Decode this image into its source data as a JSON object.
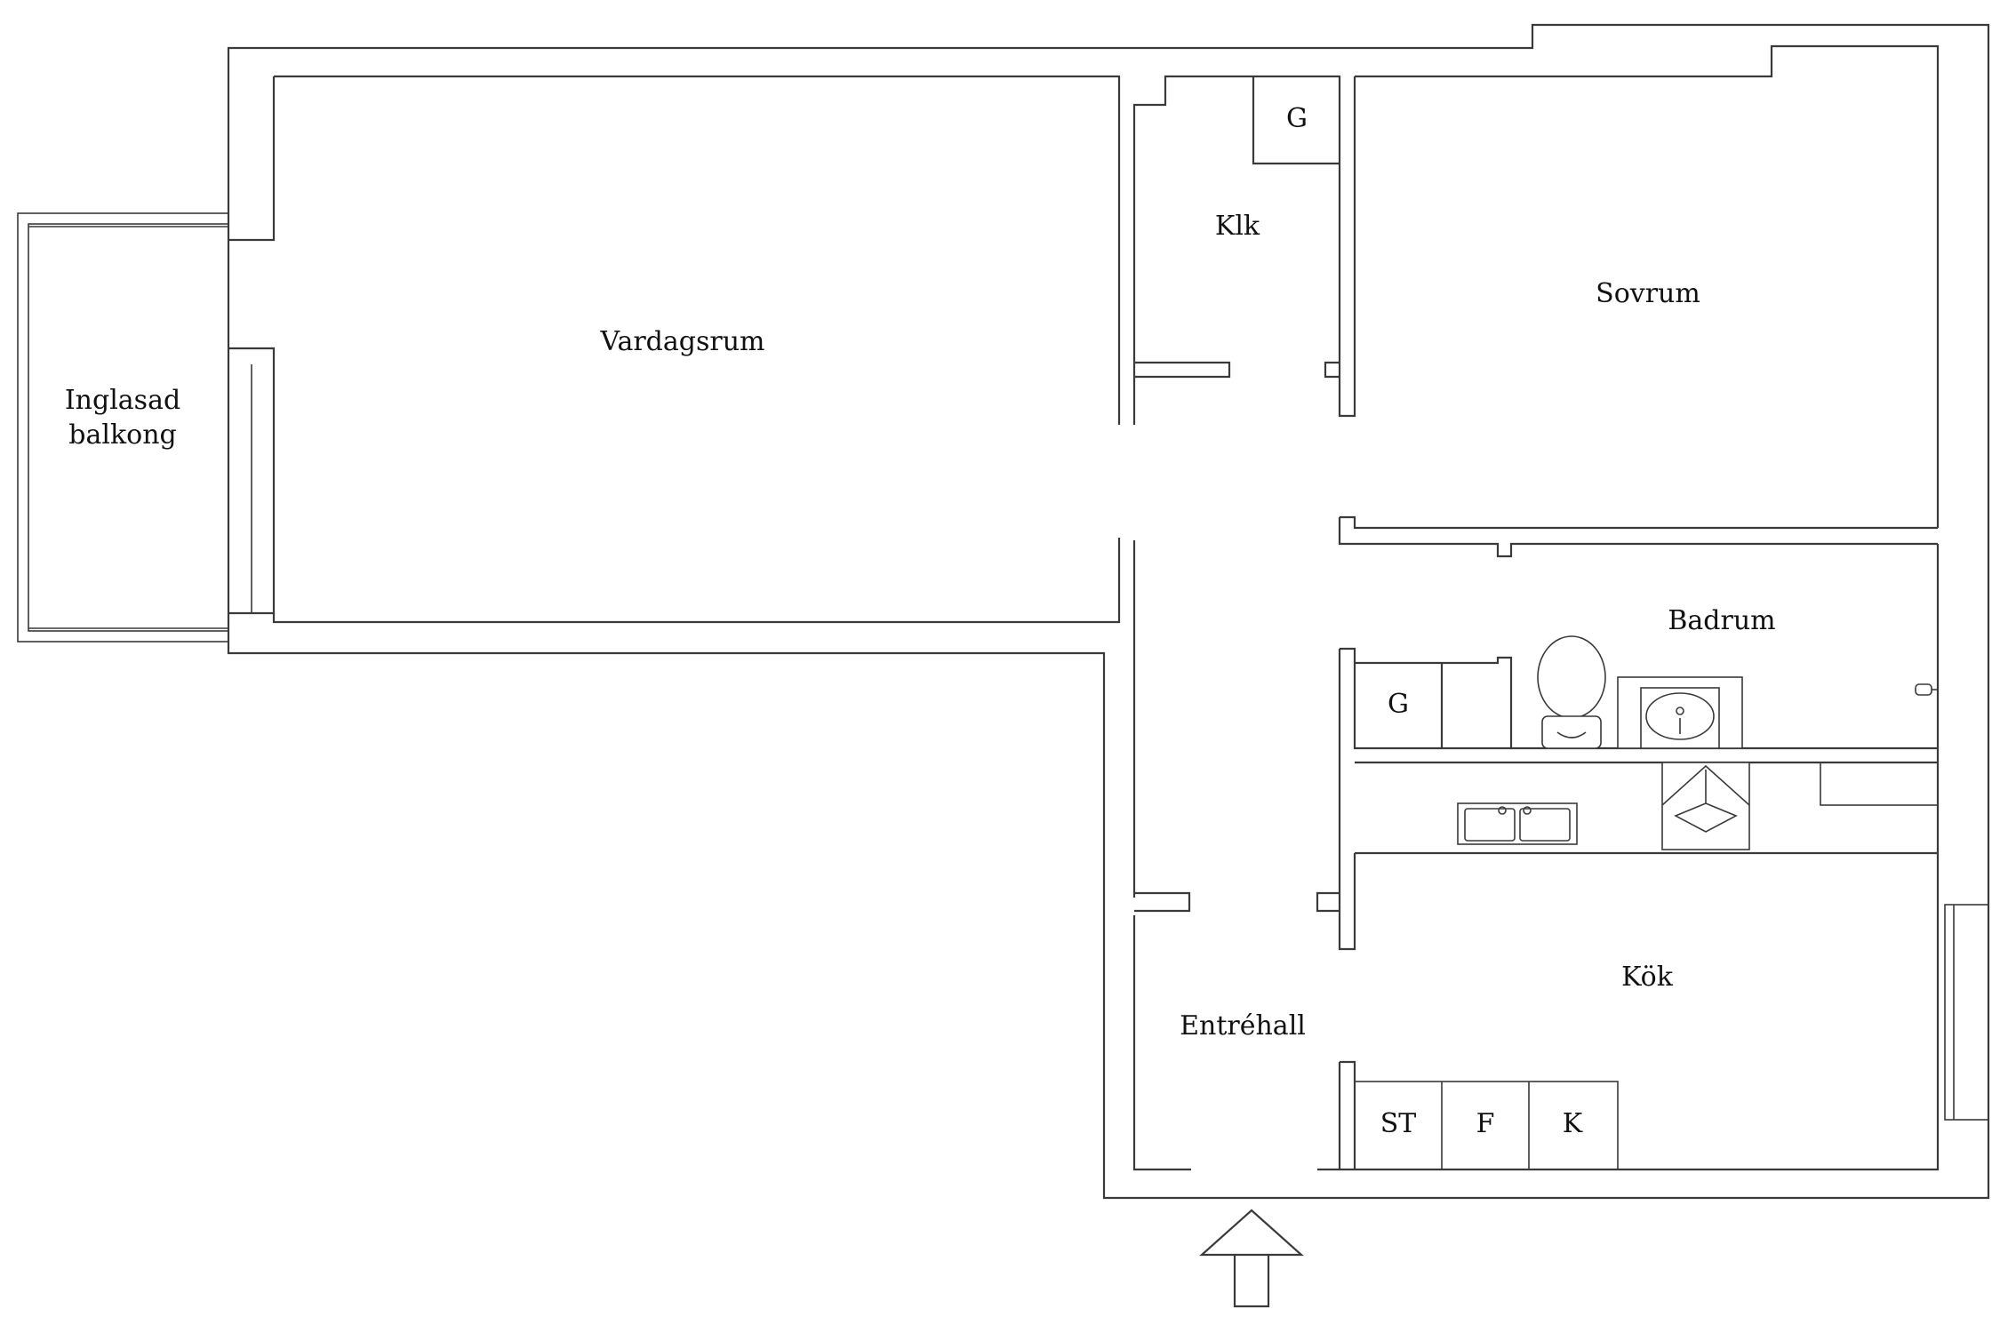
{
  "rooms": {
    "vardagsrum": "Vardagsrum",
    "klk": "Klk",
    "sovrum": "Sovrum",
    "balkong_line1": "Inglasad",
    "balkong_line2": "balkong",
    "badrum": "Badrum",
    "kok": "Kök",
    "entrehall": "Entréhall"
  },
  "fixtures": {
    "g_klk": "G",
    "g_bath": "G",
    "st": "ST",
    "f": "F",
    "k": "K"
  },
  "colors": {
    "wall": "#3a3a3a",
    "background": "#ffffff",
    "text": "#111111"
  }
}
